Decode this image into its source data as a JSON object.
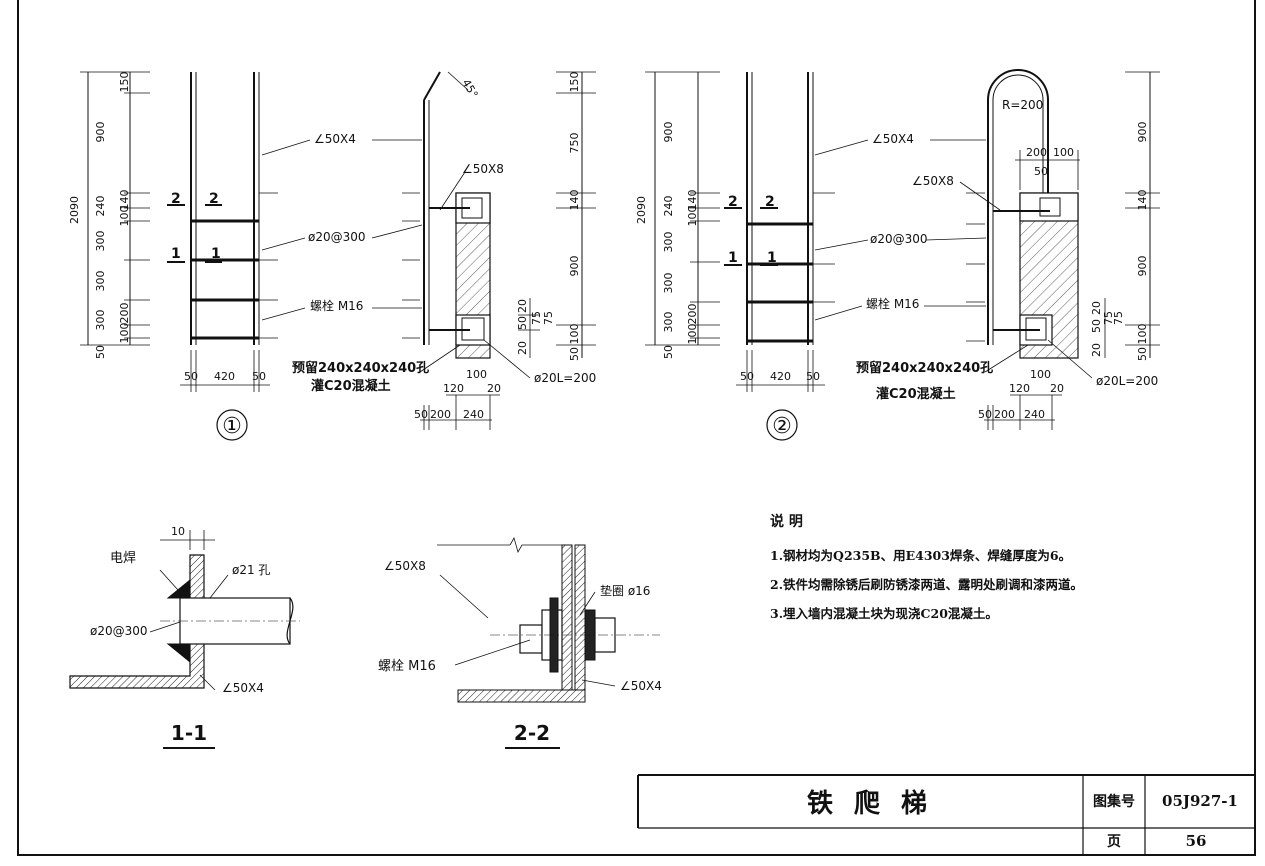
{
  "detail1": {
    "number": "①",
    "vdims_left": [
      "150",
      "900",
      "2090",
      "240",
      "140",
      "100",
      "300",
      "300",
      "300",
      "200",
      "100",
      "50"
    ],
    "section_marks": [
      "2",
      "2",
      "1",
      "1"
    ],
    "hdims_bottom": [
      "50",
      "420",
      "50"
    ],
    "labels": {
      "angle_50x4": "∠50X4",
      "angle_50x8": "∠50X8",
      "bar": "ø20@300",
      "bolt": "螺栓 M16",
      "hole_line1": "预留240x240x240孔",
      "hole_line2": "灌C20混凝土",
      "anchor": "ø20L=200",
      "angle45": "45°"
    },
    "side_dims": [
      "150",
      "750",
      "140",
      "900",
      "20",
      "50",
      "75",
      "75",
      "20",
      "100",
      "50"
    ],
    "side_hdims": [
      "100",
      "120",
      "20",
      "50",
      "200",
      "240"
    ]
  },
  "detail2": {
    "number": "②",
    "vdims_left": [
      "900",
      "2090",
      "240",
      "140",
      "100",
      "300",
      "300",
      "300",
      "200",
      "100",
      "50"
    ],
    "section_marks": [
      "2",
      "2",
      "1",
      "1"
    ],
    "hdims_bottom": [
      "50",
      "420",
      "50"
    ],
    "labels": {
      "radius": "R=200",
      "angle_50x4": "∠50X4",
      "angle_50x8": "∠50X8",
      "bar": "ø20@300",
      "bolt": "螺栓 M16",
      "hole_line1": "预留240x240x240孔",
      "hole_line2": "灌C20混凝土",
      "anchor": "ø20L=200",
      "top_dims": [
        "200",
        "100",
        "50"
      ]
    },
    "side_dims": [
      "900",
      "140",
      "900",
      "20",
      "50",
      "75",
      "75",
      "20",
      "100",
      "50"
    ],
    "side_hdims": [
      "100",
      "120",
      "20",
      "50",
      "200",
      "240"
    ]
  },
  "section11": {
    "title": "1-1",
    "dim_top": "10",
    "weld": "电焊",
    "hole": "ø21 孔",
    "bar": "ø20@300",
    "angle": "∠50X4"
  },
  "section22": {
    "title": "2-2",
    "angle_top": "∠50X8",
    "washer": "垫圈 ø16",
    "bolt": "螺栓 M16",
    "angle_bottom": "∠50X4"
  },
  "notes": {
    "heading": "说 明",
    "items": [
      "1.钢材均为Q235B、用E4303焊条、焊缝厚度为6。",
      "2.铁件均需除锈后刷防锈漆两道、露明处刷调和漆两道。",
      "3.埋入墙内混凝土块为现浇C20混凝土。"
    ]
  },
  "titleblock": {
    "title": "铁 爬 梯",
    "atlas_label": "图集号",
    "atlas_value": "05J927-1",
    "page_label": "页",
    "page_value": "56"
  }
}
